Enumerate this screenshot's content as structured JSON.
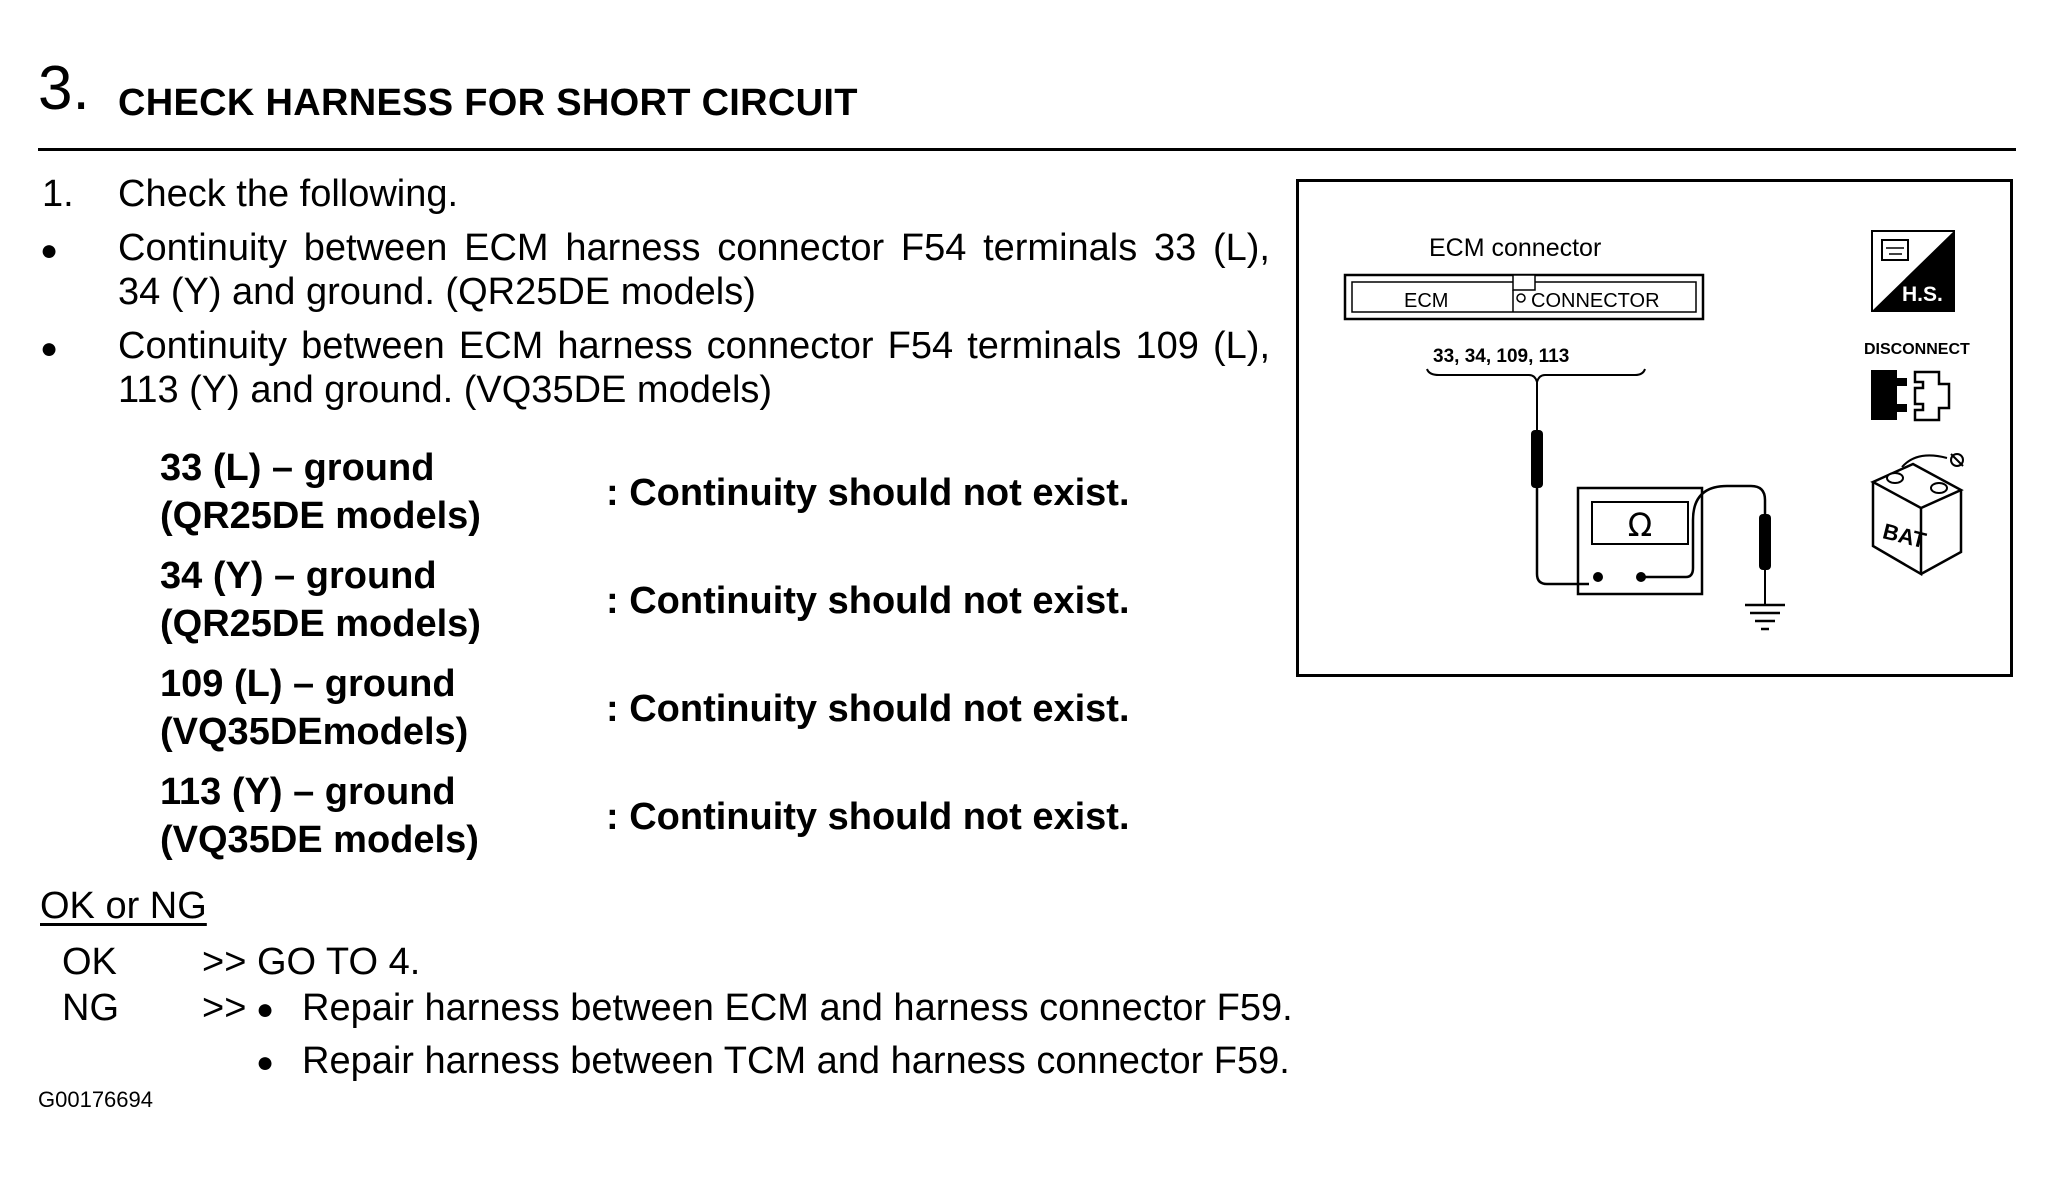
{
  "header": {
    "step_number": "3.",
    "title": "CHECK HARNESS FOR SHORT CIRCUIT"
  },
  "instructions": {
    "step_1_number": "1.",
    "step_1_text": "Check the following.",
    "bullet_1": "Continuity between ECM harness connector F54 terminals 33 (L), 34 (Y) and ground. (QR25DE models)",
    "bullet_2": "Continuity between ECM harness connector F54 terminals 109 (L), 113 (Y) and ground. (VQ35DE models)"
  },
  "specs": [
    {
      "line1": "33 (L) – ground",
      "line2": "(QR25DE models)",
      "value": ": Continuity should not exist."
    },
    {
      "line1": "34 (Y) – ground",
      "line2": "(QR25DE models)",
      "value": ": Continuity should not exist."
    },
    {
      "line1": "109 (L) – ground",
      "line2": "(VQ35DEmodels)",
      "value": ": Continuity should not exist."
    },
    {
      "line1": "113 (Y) – ground",
      "line2": "(VQ35DE models)",
      "value": ": Continuity should not exist."
    }
  ],
  "result": {
    "heading": "OK or NG",
    "ok_label": "OK",
    "ok_action": ">> GO TO 4.",
    "ng_label": "NG",
    "ng_arrow": ">>",
    "ng_action_1": "Repair harness between ECM and harness connector F59.",
    "ng_action_2": "Repair harness between TCM and harness connector F59."
  },
  "diagram": {
    "connector_title": "ECM connector",
    "connector_left": "ECM",
    "connector_right": "CONNECTOR",
    "terminals": "33, 34, 109, 113",
    "ohm_symbol": "Ω",
    "hs_label": "H.S.",
    "disconnect_label": "DISCONNECT",
    "battery_label": "BAT"
  },
  "figure_code": "G00176694"
}
